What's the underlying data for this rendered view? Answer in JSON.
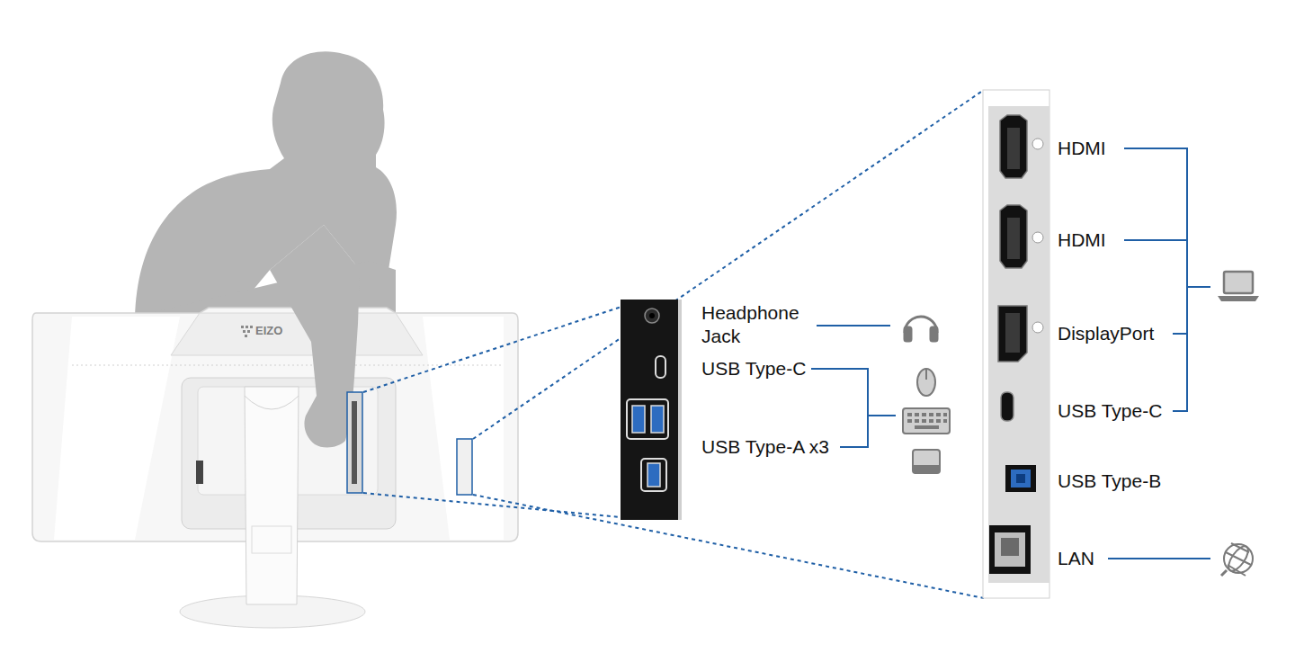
{
  "diagram": {
    "labels": [
      "EIZO",
      "Headphone Jack",
      "USB Type-C",
      "USB Type-A x3",
      "HDMI",
      "HDMI",
      "DisplayPort",
      "USB Type-C",
      "USB Type-B",
      "LAN"
    ]
  }
}
